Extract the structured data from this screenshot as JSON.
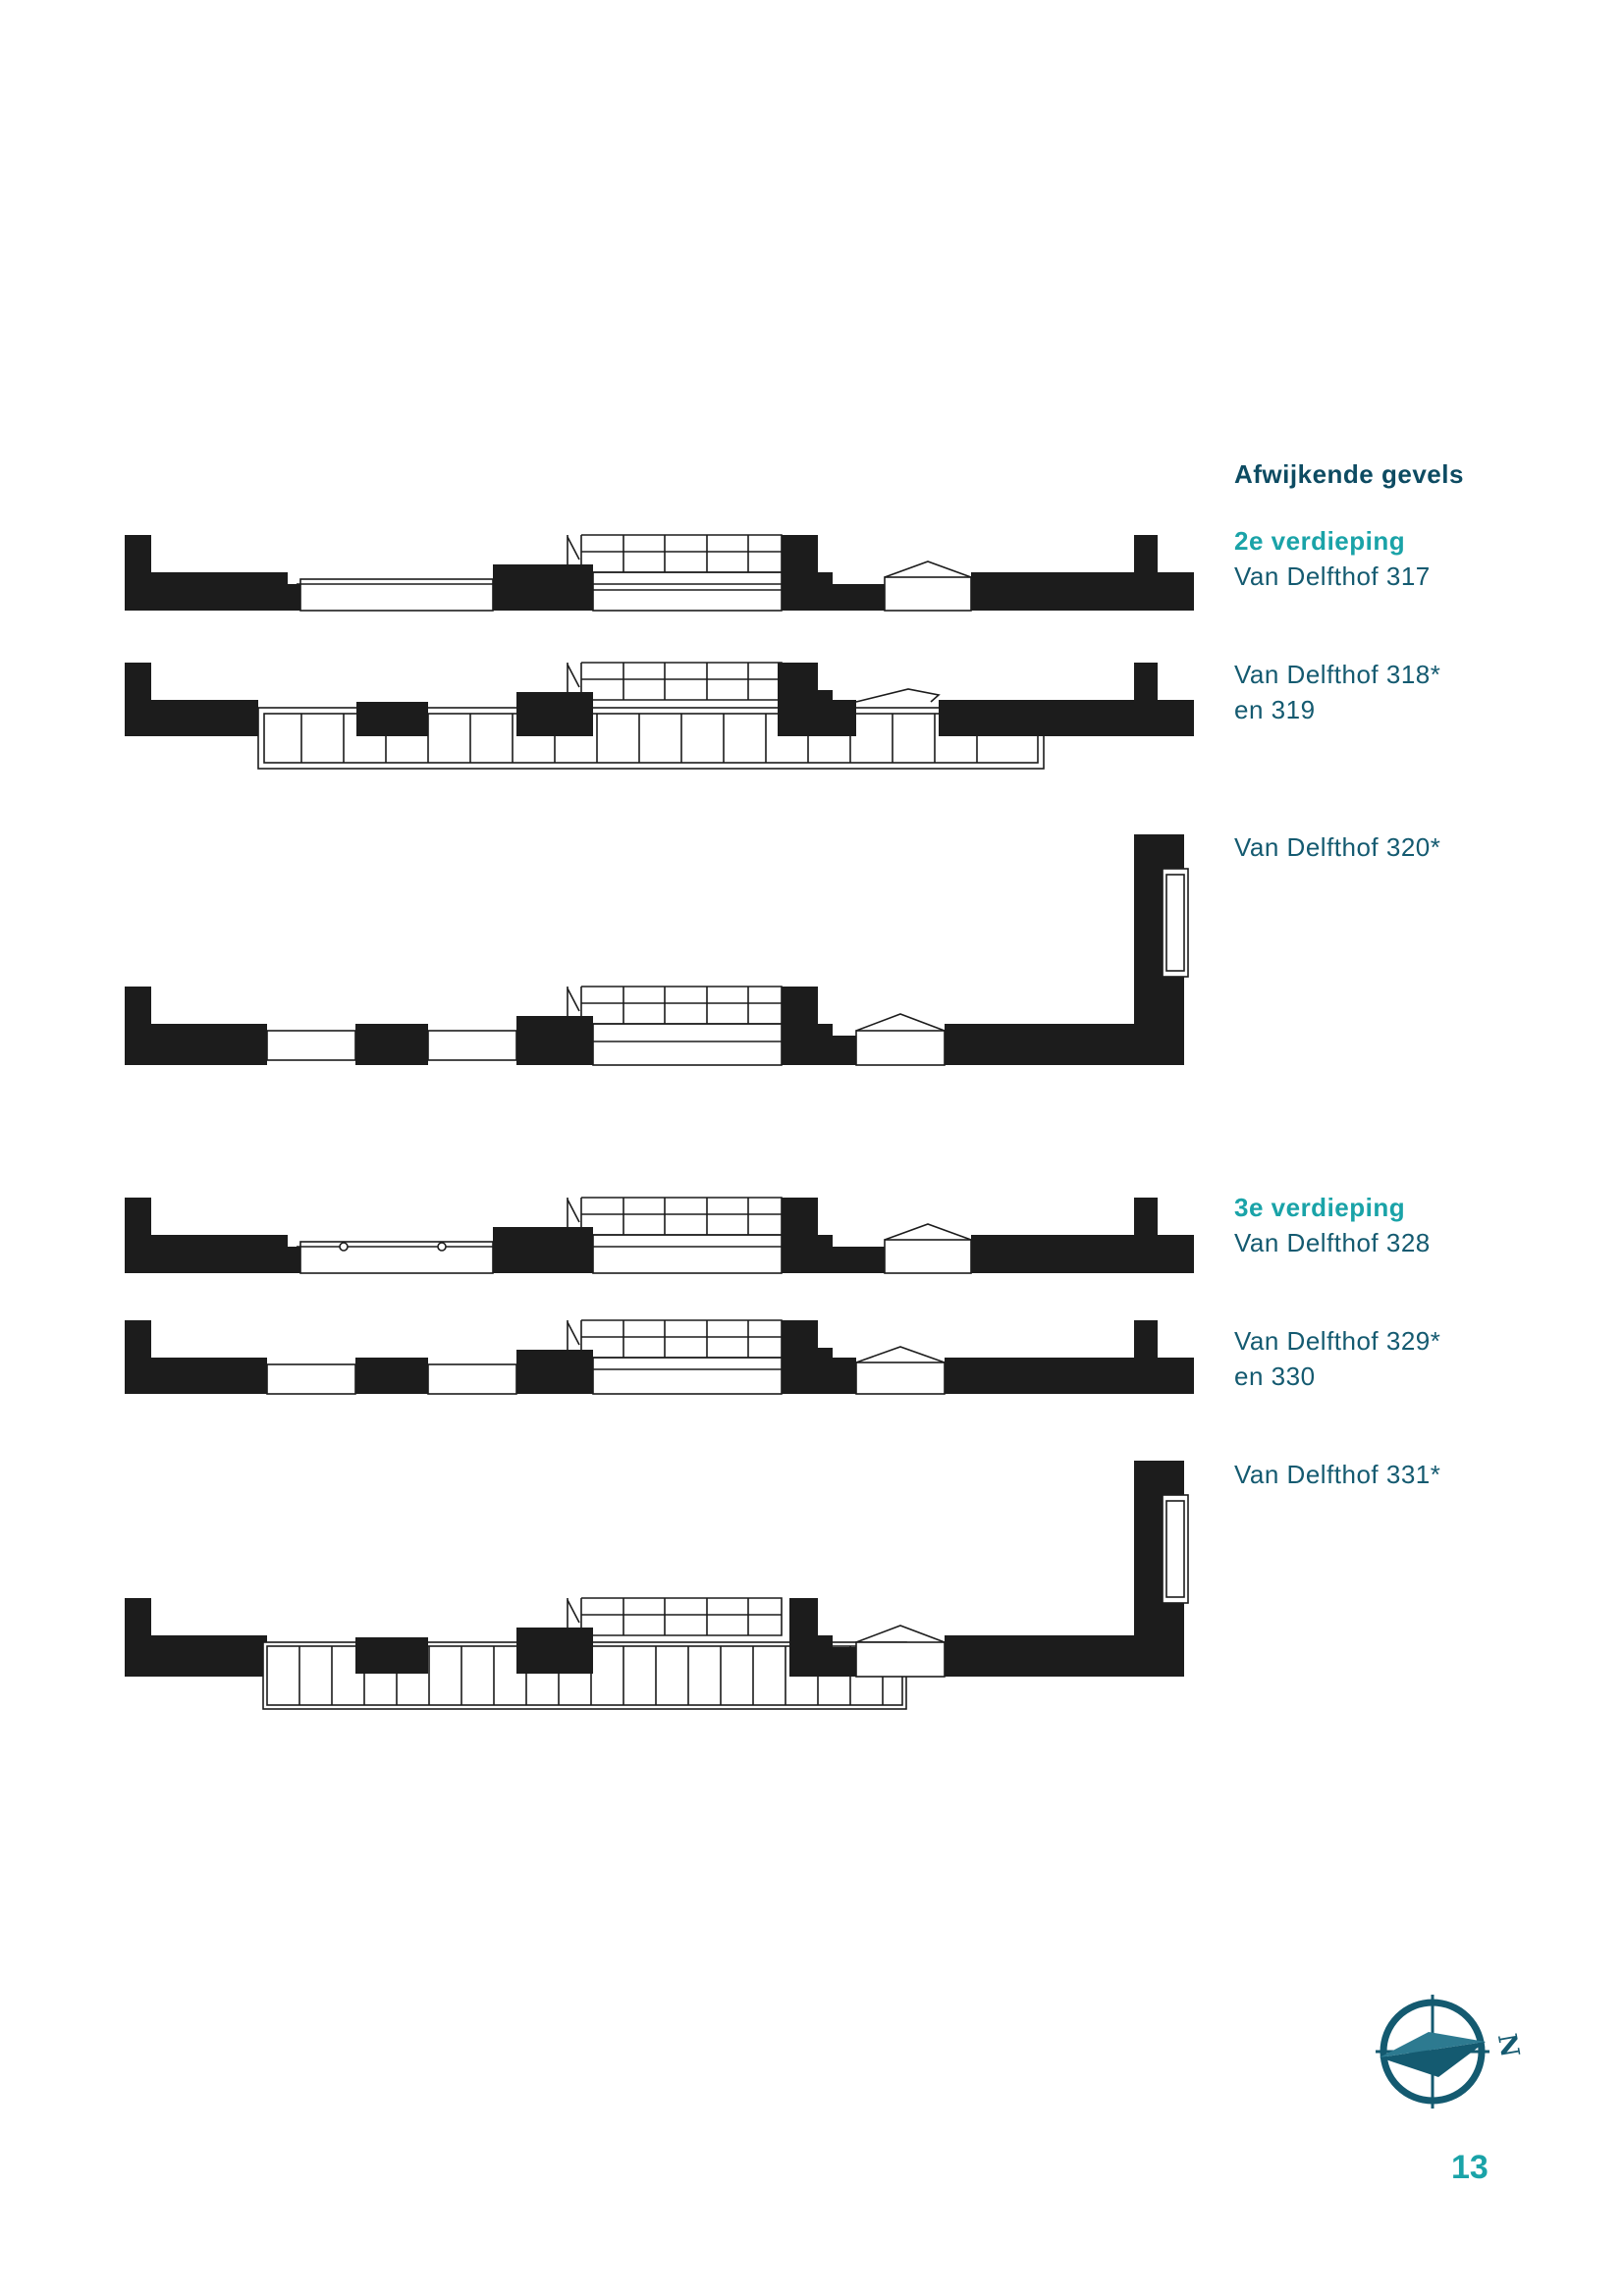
{
  "sidebar": {
    "heading": "Afwijkende gevels",
    "floor_2": "2e verdieping",
    "label_317": "Van Delfthof 317",
    "label_318_a": "Van Delfthof 318*",
    "label_318_b": "en 319",
    "label_320": "Van Delfthof 320*",
    "floor_3": "3e verdieping",
    "label_328": "Van Delfthof 328",
    "label_329_a": "Van Delfthof 329*",
    "label_329_b": "en 330",
    "label_331": "Van Delfthof 331*"
  },
  "compass": {
    "north_letter": "N",
    "color": "#145a70"
  },
  "page_number": "13",
  "colors": {
    "accent": "#1aa3a8",
    "dark_teal": "#145a70",
    "plan_black": "#1c1c1c"
  }
}
